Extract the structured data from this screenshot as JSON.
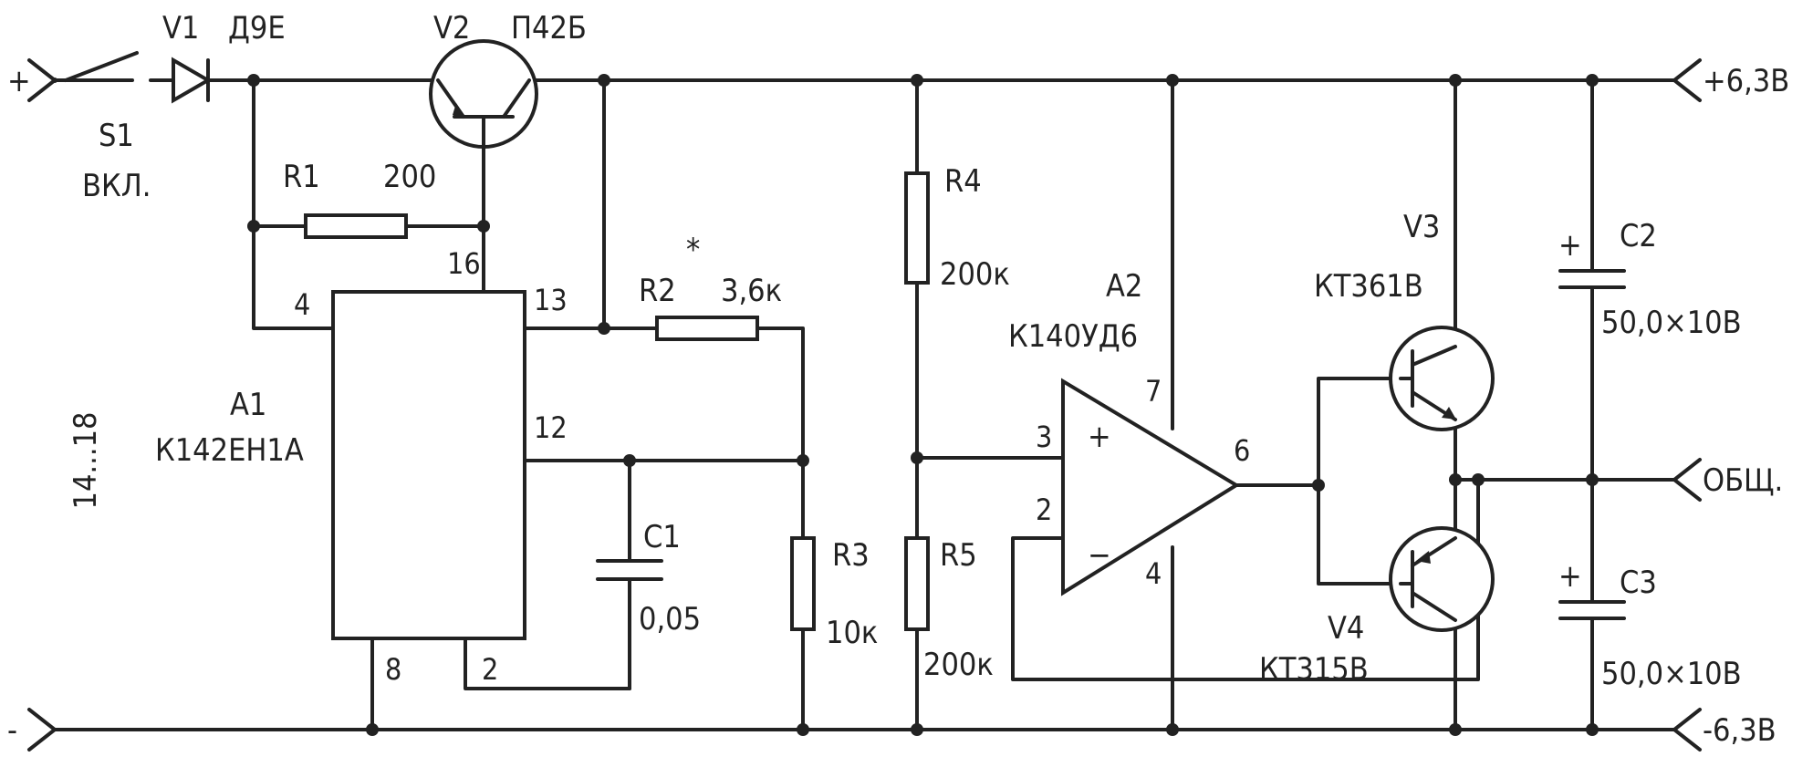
{
  "terminals": {
    "input_pos": "+",
    "input_neg": "-",
    "out_pos": "+6,3В",
    "out_com": "ОБЩ.",
    "out_neg": "-6,3В"
  },
  "input_range": "14...18",
  "switch": {
    "ref": "S1",
    "label": "ВКЛ."
  },
  "diode": {
    "ref": "V1",
    "type": "Д9Е"
  },
  "transistors": {
    "V2": {
      "ref": "V2",
      "type": "П42Б"
    },
    "V3": {
      "ref": "V3",
      "type": "КТ361В"
    },
    "V4": {
      "ref": "V4",
      "type": "КТ315В"
    }
  },
  "resistors": {
    "R1": {
      "ref": "R1",
      "value": "200"
    },
    "R2": {
      "ref": "R2",
      "mark": "*",
      "value": "3,6к"
    },
    "R3": {
      "ref": "R3",
      "value": "10к"
    },
    "R4": {
      "ref": "R4",
      "value": "200к"
    },
    "R5": {
      "ref": "R5",
      "value": "200к"
    }
  },
  "capacitors": {
    "C1": {
      "ref": "С1",
      "value": "0,05"
    },
    "C2": {
      "ref": "С2",
      "value": "50,0×10В",
      "polarity": "+"
    },
    "C3": {
      "ref": "С3",
      "value": "50,0×10В",
      "polarity": "+"
    }
  },
  "ic_A1": {
    "ref": "А1",
    "type": "К142ЕН1А",
    "pins": {
      "p4": "4",
      "p16": "16",
      "p13": "13",
      "p12": "12",
      "p8": "8",
      "p2": "2"
    }
  },
  "opamp_A2": {
    "ref": "А2",
    "type": "К140УД6",
    "plus": "+",
    "minus": "−",
    "pins": {
      "p3": "3",
      "p2": "2",
      "p7": "7",
      "p4": "4",
      "p6": "6"
    }
  }
}
